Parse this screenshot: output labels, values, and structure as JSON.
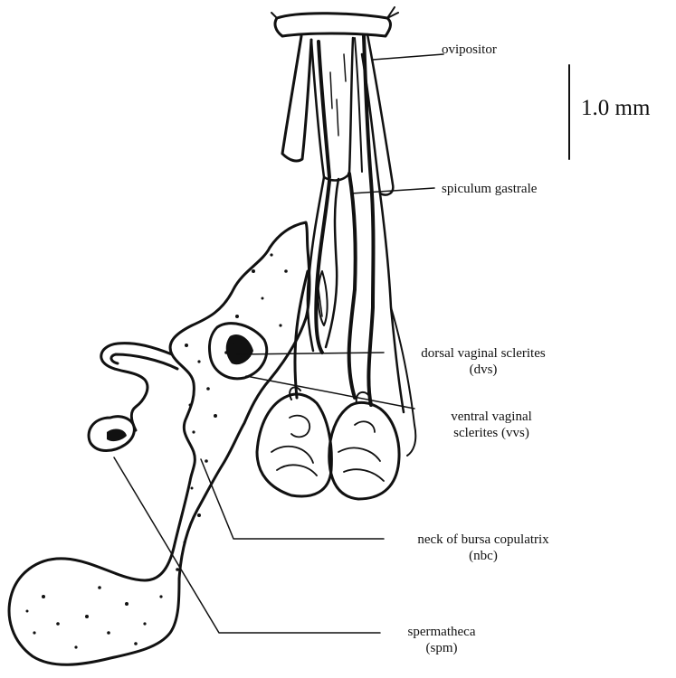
{
  "labels": {
    "ovipositor": "ovipositor",
    "spiculum": "spiculum gastrale",
    "dvs_name": "dorsal vaginal sclerites",
    "dvs_abbr": "(dvs)",
    "vvs_line1": "ventral vaginal",
    "vvs_line2": "sclerites (vvs)",
    "nbc_name": "neck of bursa copulatrix",
    "nbc_abbr": "(nbc)",
    "spm_name": "spermatheca",
    "spm_abbr": "(spm)"
  },
  "scale_bar": {
    "label": "1.0 mm"
  }
}
